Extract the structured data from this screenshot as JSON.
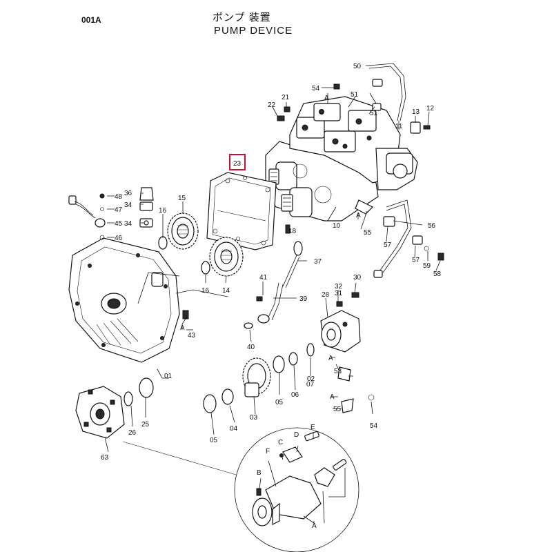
{
  "header": {
    "page_code": "001A",
    "title_jp": "ポンプ 装置",
    "title_en": "PUMP DEVICE"
  },
  "highlight": {
    "label": "23",
    "color": "#c8102e"
  },
  "callouts": {
    "c50": "50",
    "c54a": "54",
    "c21": "21",
    "c22": "22",
    "c51": "51",
    "c13": "13",
    "c12": "12",
    "c11": "11",
    "cA1": "A",
    "c36": "36",
    "c48": "48",
    "c34a": "34",
    "c47": "47",
    "c45": "45",
    "c34b": "34",
    "c46": "46",
    "c15": "15",
    "c16a": "16",
    "c18": "18",
    "c10": "10",
    "c55a": "55",
    "cA2": "A",
    "c56": "56",
    "c57a": "57",
    "c57b": "57",
    "c59": "59",
    "c58": "58",
    "c37": "37",
    "c16b": "16",
    "c14": "14",
    "c41": "41",
    "c39": "39",
    "c32": "32",
    "c30": "30",
    "c31": "31",
    "c28": "28",
    "cA3": "A",
    "c43": "43",
    "c40": "40",
    "cA4": "A",
    "c53": "53",
    "c01": "01",
    "c02": "02",
    "c06": "06",
    "c07": "07",
    "c05a": "05",
    "c03": "03",
    "c04": "04",
    "c05b": "05",
    "cA5": "A",
    "c55b": "55",
    "c54b": "54",
    "c26": "26",
    "c25": "25",
    "c63": "63",
    "dE": "E",
    "dC": "C",
    "dD": "D",
    "dF": "F",
    "dB": "B",
    "dA": "A"
  }
}
